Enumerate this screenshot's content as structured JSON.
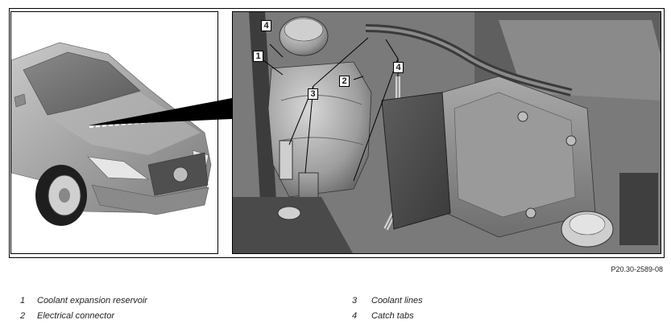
{
  "figure": {
    "callouts": {
      "c1": "1",
      "c2": "2",
      "c3": "3",
      "c4a": "4",
      "c4b": "4"
    },
    "code": "P20.30-2589-08"
  },
  "legend": [
    {
      "number": "1",
      "text": "Coolant expansion reservoir"
    },
    {
      "number": "2",
      "text": "Electrical connector"
    },
    {
      "number": "3",
      "text": "Coolant lines"
    },
    {
      "number": "4",
      "text": "Catch tabs"
    }
  ]
}
